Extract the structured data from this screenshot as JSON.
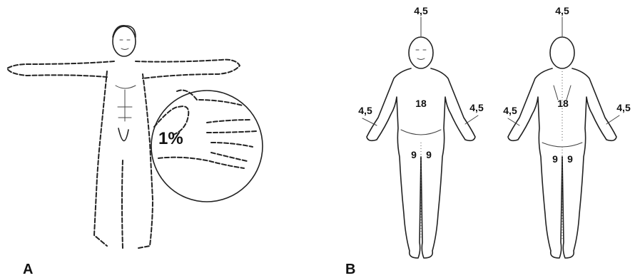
{
  "panel_a": {
    "label": "A",
    "palm_percent": "1%"
  },
  "panel_b": {
    "label": "B",
    "front": {
      "head": "4,5",
      "torso": "18",
      "left_arm": "4,5",
      "right_arm": "4,5",
      "left_leg": "9",
      "right_leg": "9"
    },
    "back": {
      "head": "4,5",
      "torso": "18",
      "left_arm": "4,5",
      "right_arm": "4,5",
      "left_leg": "9",
      "right_leg": "9"
    }
  }
}
